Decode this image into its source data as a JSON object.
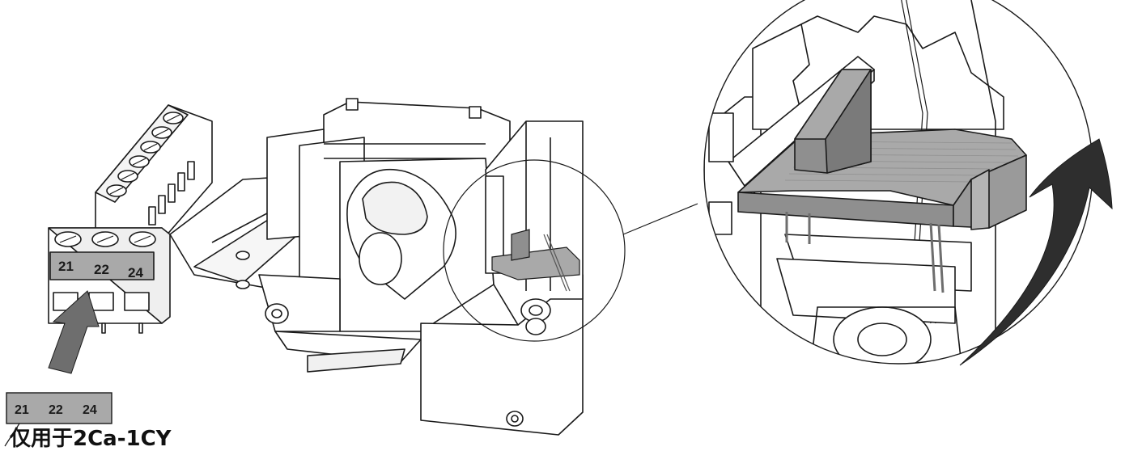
{
  "terminal_block": {
    "labels": [
      "21",
      "22",
      "24"
    ]
  },
  "legend_plate": {
    "labels": [
      "21",
      "22",
      "24"
    ]
  },
  "caption": "仅用于2Ca-1CY",
  "colors": {
    "line": "#1a1a1a",
    "label_plate": "#a9a9a9",
    "shade": "#8f8f8f",
    "arrow": "#6e6e6e",
    "arrow_dark": "#2e2e2e"
  }
}
